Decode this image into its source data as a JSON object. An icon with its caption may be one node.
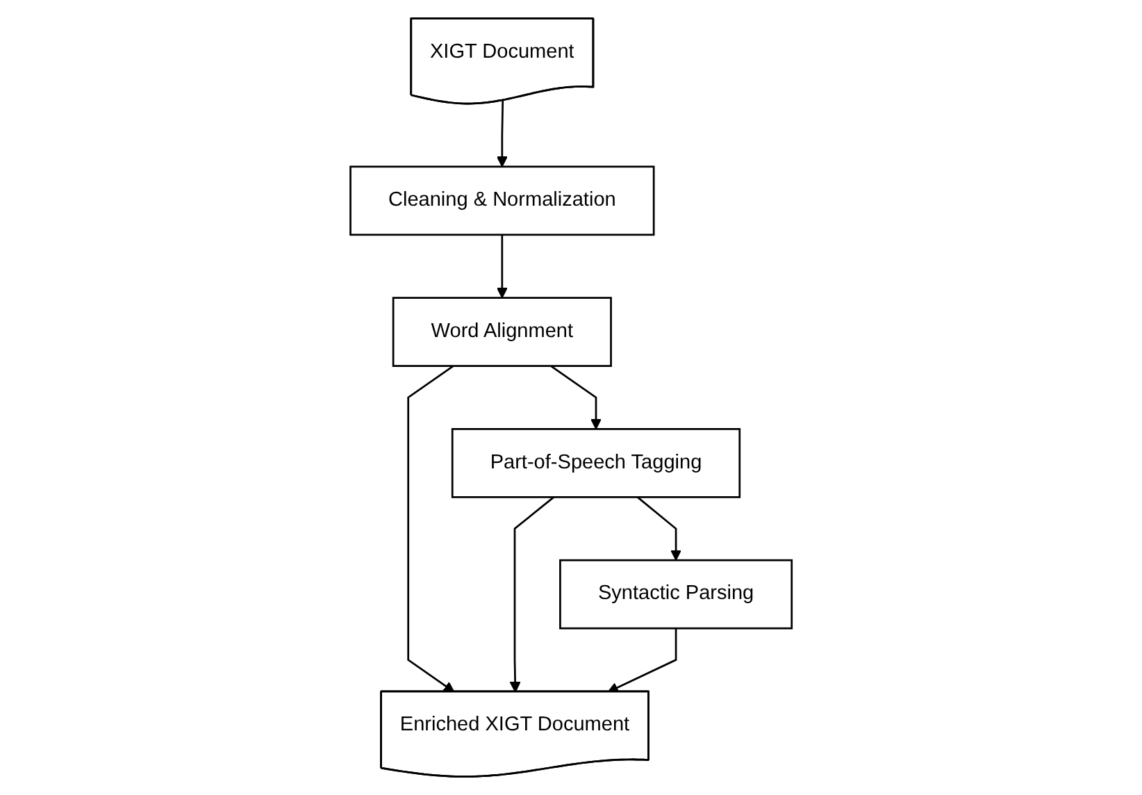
{
  "diagram": {
    "nodes": [
      {
        "text": [
          "XIGT Document"
        ]
      },
      {
        "text": [
          "Cleaning & Normalization"
        ]
      },
      {
        "text": [
          "Word Alignment"
        ]
      },
      {
        "text": [
          "Part-of-Speech Tagging"
        ]
      },
      {
        "text": [
          "Syntactic Parsing"
        ]
      },
      {
        "text": [
          "Enriched XIGT Document"
        ]
      }
    ],
    "edges": [
      {
        "from": 0,
        "to": 1,
        "arrow": "to"
      },
      {
        "from": 1,
        "to": 2,
        "arrow": "to"
      },
      {
        "from": 2,
        "to": 3,
        "arrow": "to"
      },
      {
        "from": 3,
        "to": 4,
        "arrow": "to"
      },
      {
        "from": 2,
        "to": 5,
        "arrow": "to"
      },
      {
        "from": 3,
        "to": 5,
        "arrow": "to"
      },
      {
        "from": 4,
        "to": 5,
        "arrow": "to"
      }
    ]
  }
}
